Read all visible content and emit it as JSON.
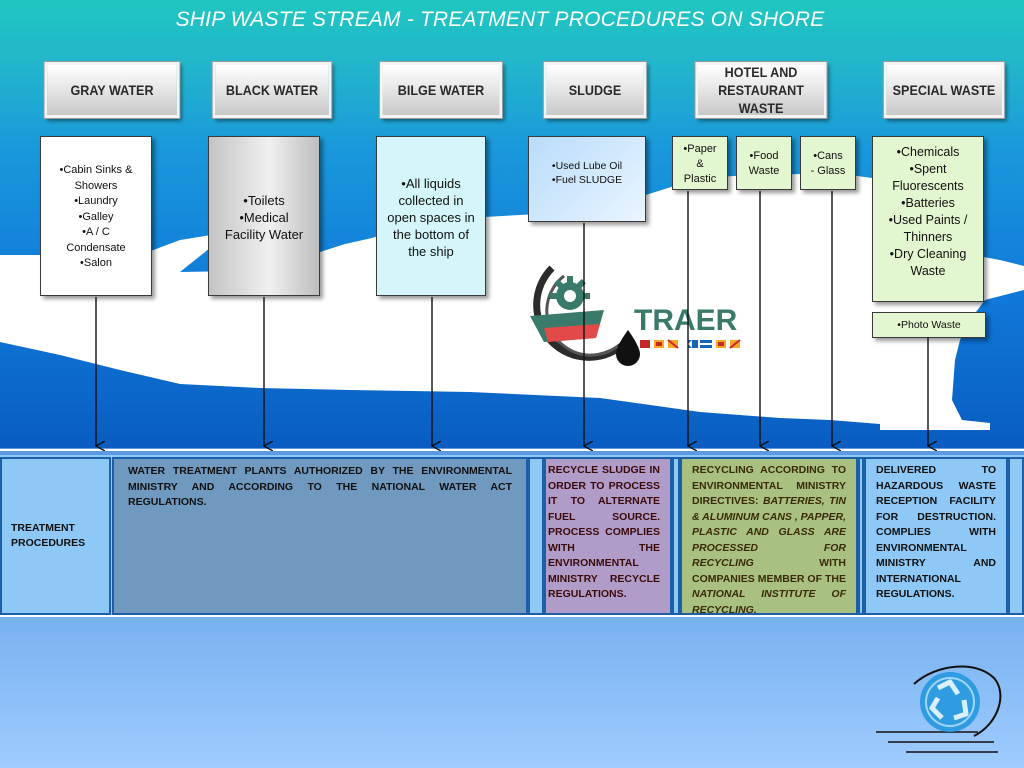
{
  "title": "SHIP  WASTE STREAM - TREATMENT  PROCEDURES ON SHORE",
  "categories": [
    {
      "label": "GRAY WATER"
    },
    {
      "label": "BLACK WATER"
    },
    {
      "label": "BILGE WATER"
    },
    {
      "label": "SLUDGE"
    },
    {
      "label_line1": "HOTEL AND",
      "label_line2": "RESTAURANT WASTE"
    },
    {
      "label": "SPECIAL WASTE"
    }
  ],
  "sources": {
    "gray_water": [
      "•Cabin Sinks &",
      "Showers",
      "•Laundry",
      "•Galley",
      "•A / C",
      "Condensate",
      "•Salon"
    ],
    "black_water": [
      "•Toilets",
      "•Medical",
      "Facility Water"
    ],
    "bilge_water": [
      "•All liquids",
      "collected in",
      "open spaces in",
      "the bottom of",
      "the ship"
    ],
    "sludge": [
      "•Used Lube Oil",
      "•Fuel SLUDGE"
    ],
    "paper": [
      "•Paper",
      "&",
      "Plastic"
    ],
    "food": [
      "•Food",
      "Waste"
    ],
    "cans": [
      "•Cans",
      "- Glass"
    ],
    "special": [
      "•Chemicals",
      "•Spent",
      "Fluorescents",
      "•Batteries",
      "•Used Paints /",
      "Thinners",
      "•Dry Cleaning",
      "Waste"
    ],
    "photo": "•Photo Waste"
  },
  "logo": {
    "name": "TRAER"
  },
  "treatment": {
    "label_line1": "TREATMENT",
    "label_line2": "PROCEDURES",
    "water": "WATER TREATMENT PLANTS AUTHORIZED BY THE ENVIRONMENTAL MINISTRY AND ACCORDING TO THE NATIONAL WATER ACT REGULATIONS.",
    "sludge": "RECYCLE SLUDGE IN ORDER TO PROCESS IT TO ALTERNATE FUEL SOURCE. PROCESS COMPLIES WITH THE ENVIRONMENTAL MINISTRY RECYCLE REGULATIONS.",
    "recycling_a": "RECYCLING ACCORDING TO ENVIRONMENTAL MINISTRY DIRECTIVES: ",
    "recycling_b": "BATTERIES, TIN & ALUMINUM CANS , PAPPER, PLASTIC AND GLASS ARE PROCESSED FOR RECYCLING",
    "recycling_c": " WITH COMPANIES MEMBER OF THE ",
    "recycling_d": "NATIONAL INSTITUTE OF RECYCLING.",
    "hazardous": "DELIVERED TO HAZARDOUS WASTE RECEPTION FACILITY FOR DESTRUCTION. COMPLIES WITH ENVIRONMENTAL MINISTRY AND INTERNATIONAL REGULATIONS."
  },
  "colors": {
    "water_cell": "#7099c0",
    "sludge_cell": "#b09cc8",
    "recycling_cell": "#a8c080",
    "hazardous_cell": "#8ec8f6",
    "bilge_box": "#d4f6fb",
    "sludge_box": "#c4e2fb",
    "hotel_box": "#e2f6cf",
    "special_box": "#e2f6cf"
  },
  "icons": {
    "recycle": "recycle-icon",
    "ship": "ship-silhouette",
    "oil_drop": "oil-drop-icon",
    "gear": "gear-icon",
    "flags": "signal-flags-icon"
  }
}
